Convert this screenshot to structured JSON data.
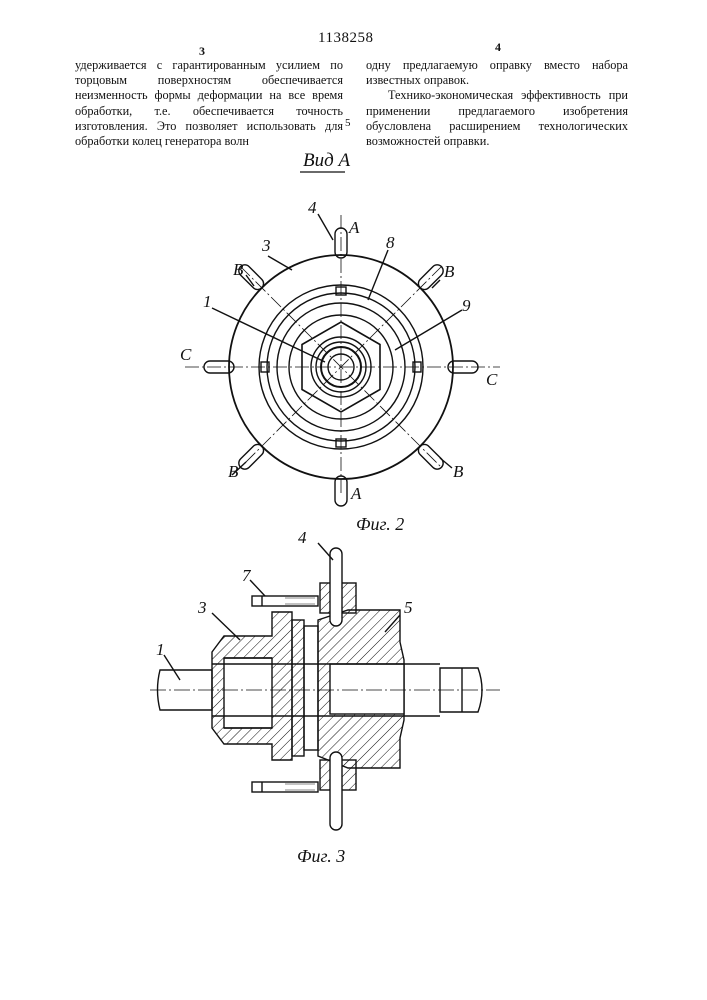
{
  "header": {
    "patent_number": "1138258",
    "left_column_number": "3",
    "right_column_number": "4",
    "line_marker": "5"
  },
  "text": {
    "left_column": "удерживается с гарантированным усилием по торцовым поверхностям обеспечивается неизменность формы деформации на все время обработки, т.е. обеспечивается точность изготовления. Это позволяет использовать для обработки колец генератора волн",
    "right_column_p1": "одну предлагаемую оправку вместо набора известных оправок.",
    "right_column_p2": "Технико-экономическая эффективность при применении предлагаемого изобретения обусловлена расширением технологических возможностей оправки."
  },
  "figures": {
    "view_title": "Вид А",
    "fig2_caption": "Фиг. 2",
    "fig3_caption": "Фиг. 3",
    "fig2_labels": {
      "n4": "4",
      "n3": "3",
      "n8": "8",
      "n1": "1",
      "n9": "9",
      "A_top": "A",
      "A_bottom": "A",
      "B_top_left": "B",
      "B_top_right": "B",
      "B_bottom_left": "B",
      "B_bottom_right": "B",
      "C_left": "C",
      "C_right": "C"
    },
    "fig3_labels": {
      "n4": "4",
      "n7": "7",
      "n3": "3",
      "n5": "5",
      "n1": "1"
    }
  },
  "colors": {
    "ink": "#111111",
    "paper": "#ffffff"
  }
}
